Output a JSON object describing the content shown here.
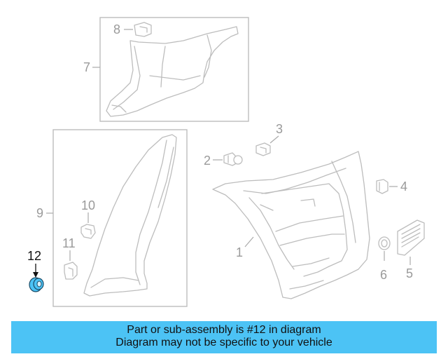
{
  "diagram": {
    "callouts": {
      "c1": "1",
      "c2": "2",
      "c3": "3",
      "c4": "4",
      "c5": "5",
      "c6": "6",
      "c7": "7",
      "c8": "8",
      "c9": "9",
      "c10": "10",
      "c11": "11",
      "c12": "12"
    },
    "highlighted_part": "12",
    "colors": {
      "highlight": "#4cc3f5",
      "banner": "#4cc3f5",
      "line_art": "#bdbdbd"
    }
  },
  "banner": {
    "line1": "Part or sub-assembly is #12 in diagram",
    "line2": "Diagram may not be specific to your vehicle"
  }
}
